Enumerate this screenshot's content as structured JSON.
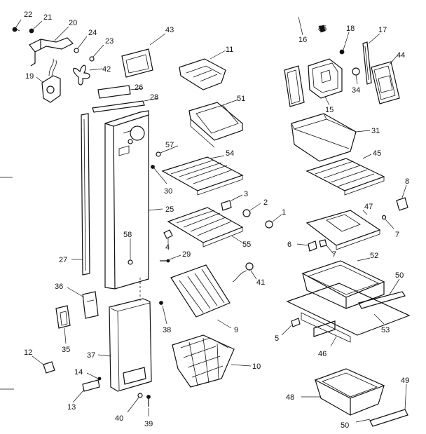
{
  "diagram": {
    "callouts": {
      "c1": "1",
      "c2": "2",
      "c3": "3",
      "c4": "4",
      "c5": "5",
      "c6": "6",
      "c7a": "7",
      "c7b": "7",
      "c8": "8",
      "c9": "9",
      "c10": "10",
      "c11": "11",
      "c12": "12",
      "c13": "13",
      "c14": "14",
      "c15": "15",
      "c16": "16",
      "c17": "17",
      "c18": "18",
      "c19": "19",
      "c20": "20",
      "c21": "21",
      "c22": "22",
      "c23": "23",
      "c24": "24",
      "c25": "25",
      "c26": "26",
      "c27": "27",
      "c28": "28",
      "c29": "29",
      "c30": "30",
      "c31": "31",
      "c34": "34",
      "c35": "35",
      "c36": "36",
      "c37": "37",
      "c38": "38",
      "c39": "39",
      "c40": "40",
      "c41": "41",
      "c42": "42",
      "c43": "43",
      "c44": "44",
      "c45": "45",
      "c46": "46",
      "c47": "47",
      "c48": "48",
      "c49": "49",
      "c50a": "50",
      "c50b": "50",
      "c51": "51",
      "c52": "52",
      "c53": "53",
      "c54": "54",
      "c55": "55",
      "c57": "57",
      "c58": "58",
      "c85": "85"
    }
  }
}
